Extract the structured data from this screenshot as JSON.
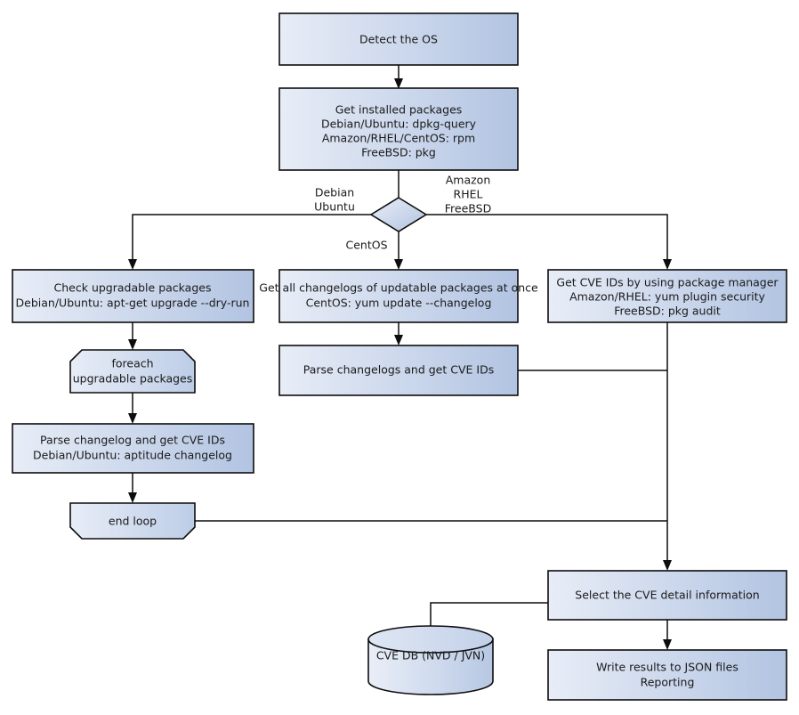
{
  "diagram": {
    "title": "Vulnerability scanning flowchart",
    "colors": {
      "fill_light": "#e6ecf6",
      "fill_dark": "#b2c4e2",
      "stroke": "#0d0d0d",
      "text": "#1a1a1a",
      "background": "#ffffff"
    },
    "nodes": [
      {
        "id": "detect-os",
        "shape": "rectangle",
        "lines": [
          "Detect the OS"
        ]
      },
      {
        "id": "get-installed-packages",
        "shape": "rectangle",
        "lines": [
          "Get installed packages",
          "Debian/Ubuntu: dpkg-query",
          "Amazon/RHEL/CentOS: rpm",
          "FreeBSD: pkg"
        ]
      },
      {
        "id": "os-decision",
        "shape": "diamond",
        "lines": []
      },
      {
        "id": "check-upgradable-packages",
        "shape": "rectangle",
        "lines": [
          "Check upgradable packages",
          "Debian/Ubuntu: apt-get upgrade --dry-run"
        ]
      },
      {
        "id": "get-all-changelogs",
        "shape": "rectangle",
        "lines": [
          "Get all changelogs of updatable packages at once",
          "CentOS: yum update --changelog"
        ]
      },
      {
        "id": "get-cve-ids-package-manager",
        "shape": "rectangle",
        "lines": [
          "Get CVE IDs by using package manager",
          "Amazon/RHEL: yum plugin security",
          "FreeBSD: pkg audit"
        ]
      },
      {
        "id": "foreach-loop-start",
        "shape": "loop-start",
        "lines": [
          "foreach",
          "upgradable  packages"
        ]
      },
      {
        "id": "parse-changelogs-cve-ids",
        "shape": "rectangle",
        "lines": [
          "Parse changelogs and get CVE IDs"
        ]
      },
      {
        "id": "parse-changelog-cve-ids",
        "shape": "rectangle",
        "lines": [
          "Parse changelog and get  CVE IDs",
          "Debian/Ubuntu: aptitude changelog"
        ]
      },
      {
        "id": "end-loop",
        "shape": "loop-end",
        "lines": [
          "end loop"
        ]
      },
      {
        "id": "select-cve-detail",
        "shape": "rectangle",
        "lines": [
          "Select the CVE detail information"
        ]
      },
      {
        "id": "cve-database",
        "shape": "cylinder",
        "lines": [
          "CVE DB (NVD / JVN)"
        ]
      },
      {
        "id": "write-results",
        "shape": "rectangle",
        "lines": [
          "Write results to JSON files",
          "Reporting"
        ]
      }
    ],
    "edge_labels": [
      {
        "id": "branch-debian-ubuntu",
        "lines": [
          "Debian",
          "Ubuntu"
        ]
      },
      {
        "id": "branch-amazon-rhel-freebsd",
        "lines": [
          "Amazon",
          "RHEL",
          "FreeBSD"
        ]
      },
      {
        "id": "branch-centos",
        "lines": [
          "CentOS"
        ]
      }
    ]
  }
}
